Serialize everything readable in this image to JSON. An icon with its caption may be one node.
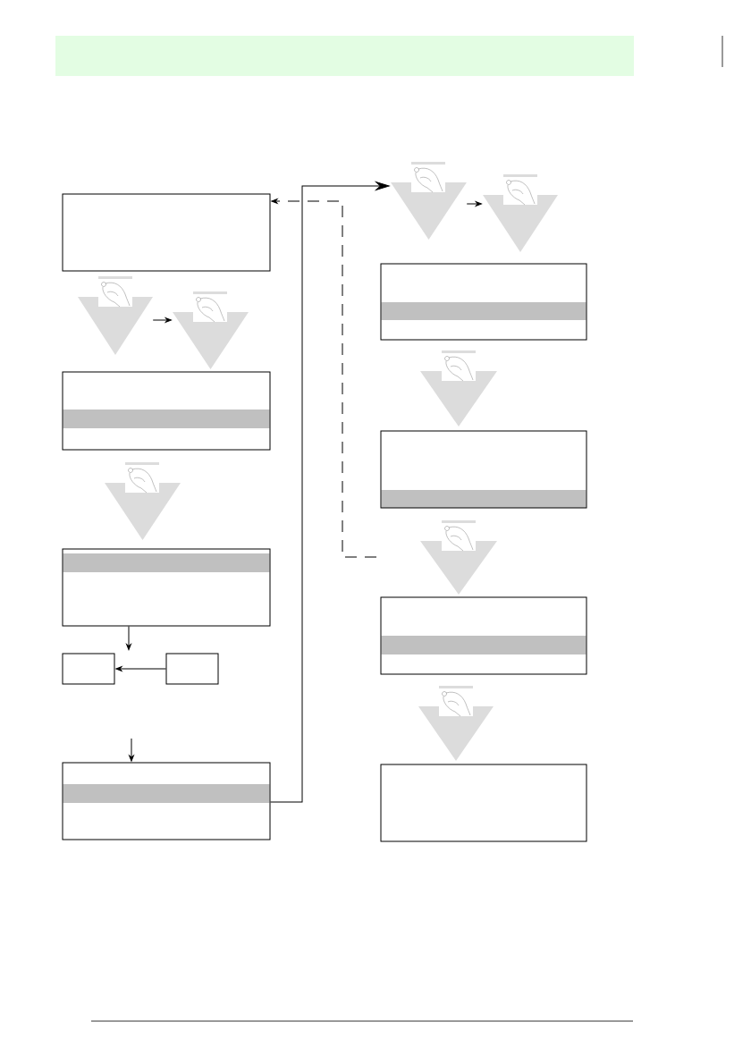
{
  "diagram": {
    "nodes": [
      {
        "text": [],
        "shape": "box"
      },
      {
        "text": [],
        "shape": "triangle"
      },
      {
        "text": [],
        "shape": "triangle"
      },
      {
        "text": [],
        "shape": "box"
      },
      {
        "text": [],
        "shape": "triangle"
      },
      {
        "text": [],
        "shape": "box"
      },
      {
        "text": [],
        "shape": "box"
      },
      {
        "text": [],
        "shape": "box"
      },
      {
        "text": [],
        "shape": "box"
      },
      {
        "text": [],
        "shape": "triangle"
      },
      {
        "text": [],
        "shape": "triangle"
      },
      {
        "text": [],
        "shape": "box"
      },
      {
        "text": [],
        "shape": "triangle"
      },
      {
        "text": [],
        "shape": "box"
      },
      {
        "text": [],
        "shape": "triangle"
      },
      {
        "text": [],
        "shape": "box"
      },
      {
        "text": [],
        "shape": "triangle"
      },
      {
        "text": [],
        "shape": "box"
      }
    ],
    "edges": [
      {
        "from": 1,
        "to": 2,
        "arrow": "to"
      },
      {
        "from": 5,
        "to": null,
        "arrow": "to"
      },
      {
        "from": 7,
        "to": 6,
        "arrow": "to"
      },
      {
        "from": null,
        "to": 8,
        "arrow": "to"
      },
      {
        "from": 8,
        "to": 9,
        "arrow": "to"
      },
      {
        "from": null,
        "to": 0,
        "arrow": "to",
        "style": "dashed"
      },
      {
        "from": 9,
        "to": 10,
        "arrow": "to"
      }
    ]
  }
}
